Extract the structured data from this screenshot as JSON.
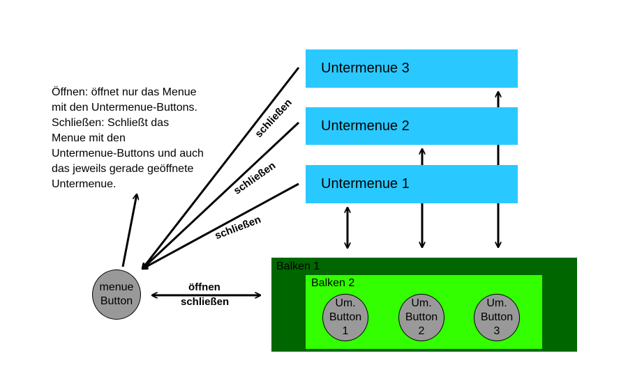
{
  "submenus": {
    "sub3": "Untermenue 3",
    "sub2": "Untermenue 2",
    "sub1": "Untermenue 1"
  },
  "balken1": {
    "label": "Balken 1",
    "color": "#006600"
  },
  "balken2": {
    "label": "Balken 2",
    "color": "#33ff00"
  },
  "submenu_color": "#29c9ff",
  "button_color": "#999999",
  "menue_button": {
    "line1": "menue",
    "line2": "Button"
  },
  "um_buttons": [
    {
      "line1": "Um.",
      "line2": "Button",
      "line3": "1"
    },
    {
      "line1": "Um.",
      "line2": "Button",
      "line3": "2"
    },
    {
      "line1": "Um.",
      "line2": "Button",
      "line3": "3"
    }
  ],
  "note": {
    "lines": [
      "Öffnen: öffnet nur das Menue",
      "mit den Untermenue-Buttons.",
      "Schließen: Schließt das",
      "Menue mit den",
      "Untermenue-Buttons und auch",
      "das jeweils gerade geöffnete",
      "Untermenue."
    ]
  },
  "arrow_labels": {
    "oeffnen": "öffnen",
    "schliessen_h": "schließen",
    "schliessen_3": "schließen",
    "schliessen_2": "schließen",
    "schliessen_1": "schließen"
  }
}
